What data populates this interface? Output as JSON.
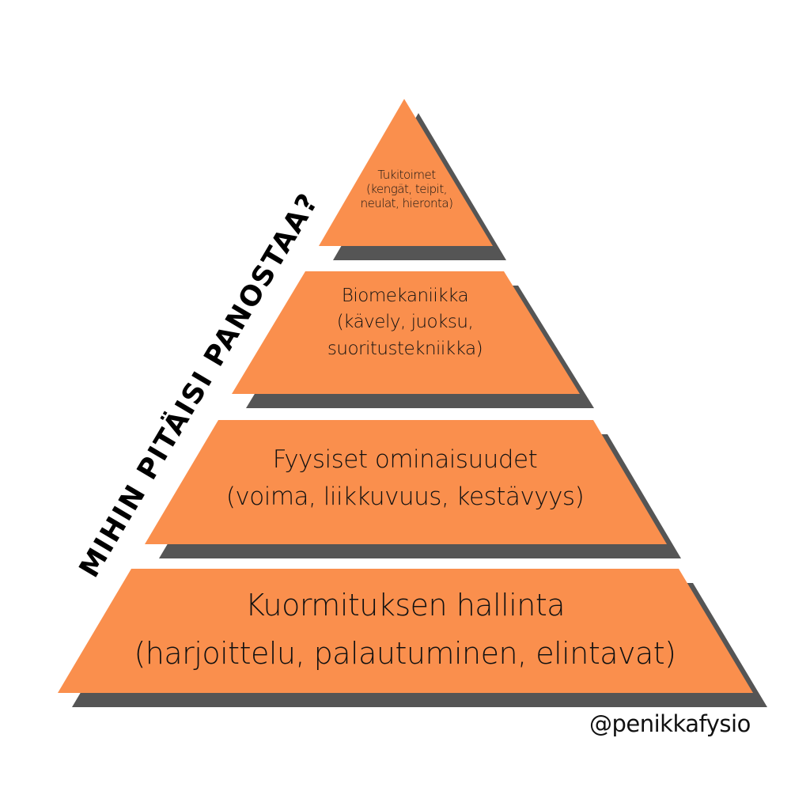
{
  "colors": {
    "level": "#FA8F4D",
    "shadow": "#555555",
    "text": "#111111"
  },
  "side_title": "MIHIN PITÄISI PANOSTAA?",
  "levels": [
    {
      "title": "Tukitoimet",
      "line2": "(kengät, teipit,",
      "line3": "neulat, hieronta)"
    },
    {
      "title": "Biomekaniikka",
      "line2": "(kävely, juoksu,",
      "line3": "suoritustekniikka)"
    },
    {
      "title": "Fyysiset ominaisuudet",
      "line2": "(voima, liikkuvuus, kestävyys)"
    },
    {
      "title": "Kuormituksen hallinta",
      "line2": "(harjoittelu, palautuminen, elintavat)"
    }
  ],
  "credit": "@penikkafysio"
}
